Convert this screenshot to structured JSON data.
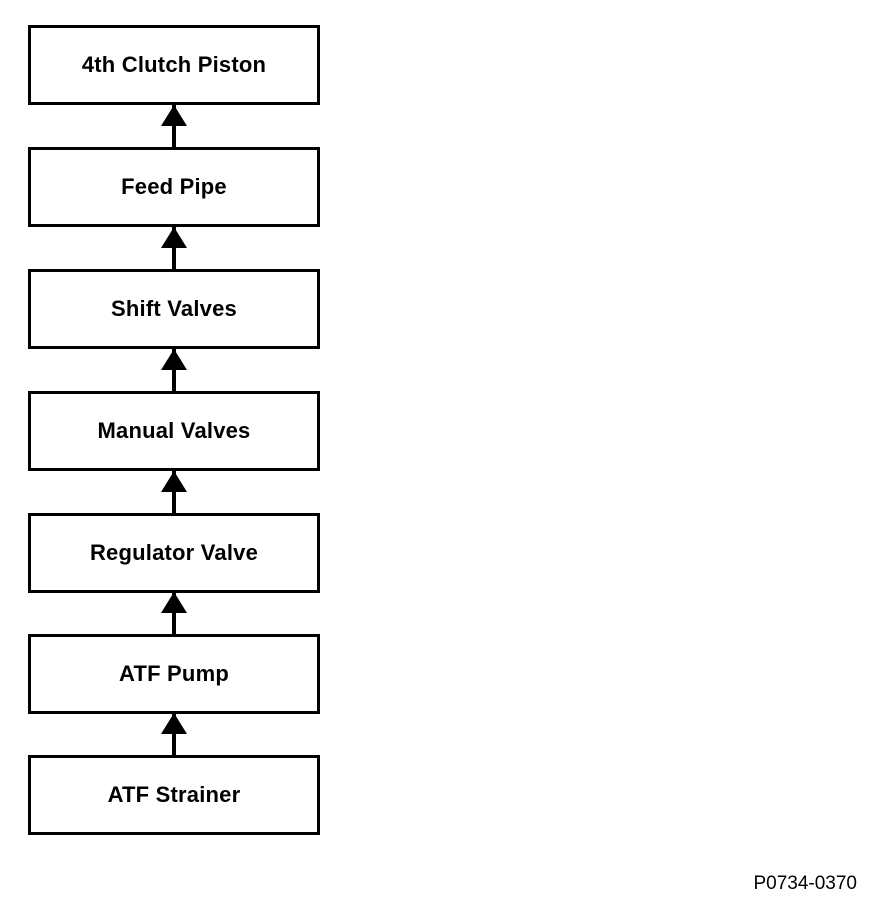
{
  "diagram": {
    "type": "flowchart",
    "flow_direction": "bottom-to-top",
    "nodes": [
      {
        "label": "4th Clutch Piston"
      },
      {
        "label": "Feed Pipe"
      },
      {
        "label": "Shift Valves"
      },
      {
        "label": "Manual Valves"
      },
      {
        "label": "Regulator Valve"
      },
      {
        "label": "ATF Pump"
      },
      {
        "label": "ATF Strainer"
      }
    ],
    "connections": [
      {
        "from": "ATF Strainer",
        "to": "ATF Pump"
      },
      {
        "from": "ATF Pump",
        "to": "Regulator Valve"
      },
      {
        "from": "Regulator Valve",
        "to": "Manual Valves"
      },
      {
        "from": "Manual Valves",
        "to": "Shift Valves"
      },
      {
        "from": "Shift Valves",
        "to": "Feed Pipe"
      },
      {
        "from": "Feed Pipe",
        "to": "4th Clutch Piston"
      }
    ],
    "colors": {
      "background": "#ffffff",
      "box_fill": "#ffffff",
      "box_border": "#000000",
      "text": "#000000",
      "arrow": "#000000"
    }
  },
  "footer": {
    "figure_id": "P0734-0370"
  }
}
